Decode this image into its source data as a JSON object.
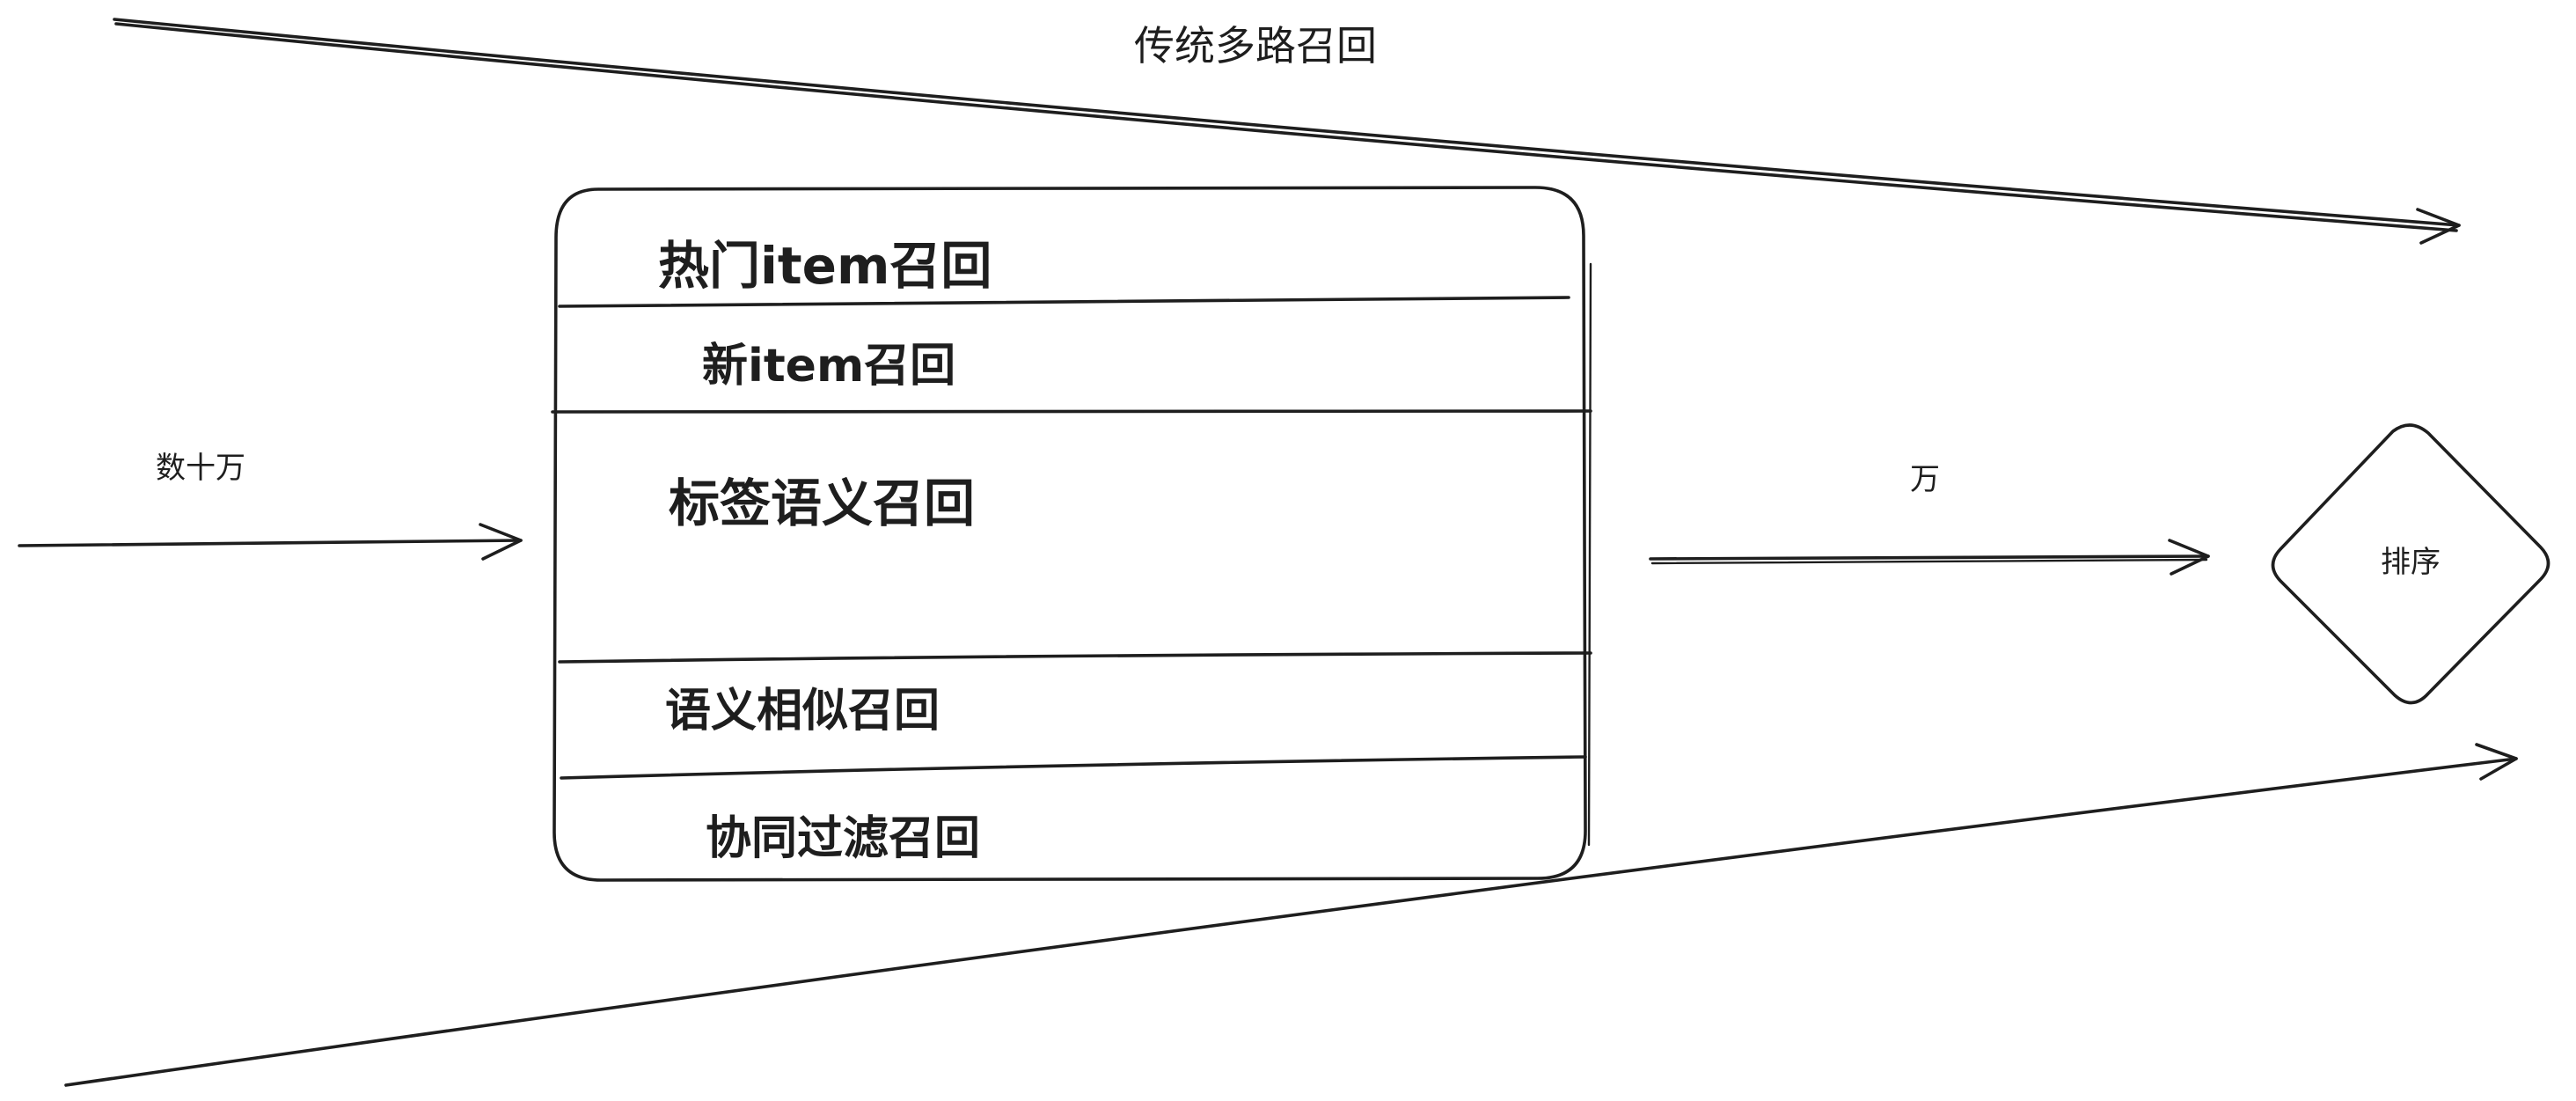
{
  "diagram": {
    "title": "传统多路召回",
    "input_label": "数十万",
    "output_label": "万",
    "rank_node": "排序",
    "recall_channels": [
      {
        "label": "热门item召回",
        "color": "#f08c00"
      },
      {
        "label": "新item召回",
        "color": "#2f9e44"
      },
      {
        "label": "标签语义召回",
        "color": "#1971c2"
      },
      {
        "label": "语义相似召回",
        "color": "#1971c2"
      },
      {
        "label": "协同过滤召回",
        "color": "#e03131"
      }
    ]
  }
}
